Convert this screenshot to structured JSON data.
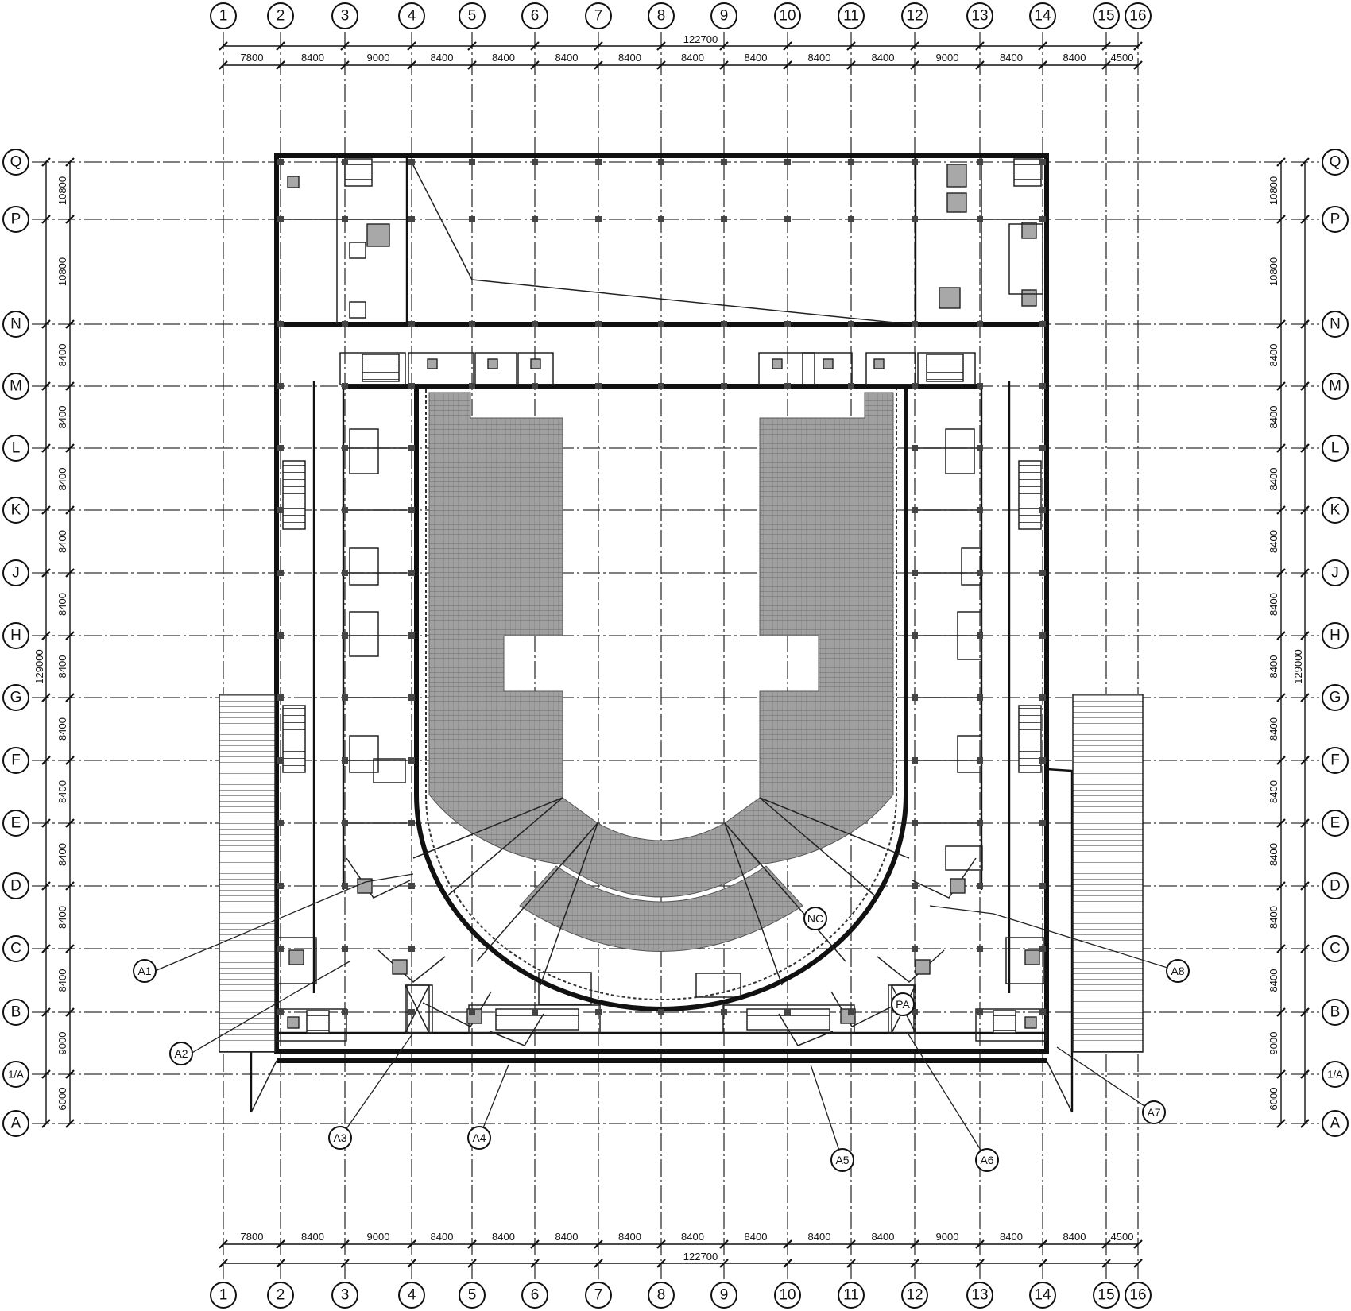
{
  "columns": {
    "labels": [
      "1",
      "2",
      "3",
      "4",
      "5",
      "6",
      "7",
      "8",
      "9",
      "10",
      "11",
      "12",
      "13",
      "14",
      "15",
      "16"
    ],
    "spacings": [
      "7800",
      "8400",
      "9000",
      "8400",
      "8400",
      "8400",
      "8400",
      "8400",
      "8400",
      "8400",
      "8400",
      "9000",
      "8400",
      "8400",
      "4500"
    ],
    "total": "122700"
  },
  "rows": {
    "labels": [
      "Q",
      "P",
      "N",
      "M",
      "L",
      "K",
      "J",
      "H",
      "G",
      "F",
      "E",
      "D",
      "C",
      "B",
      "1/A",
      "A"
    ],
    "spacings": [
      "10800",
      "10800",
      "8400",
      "8400",
      "8400",
      "8400",
      "8400",
      "8400",
      "8400",
      "8400",
      "8400",
      "8400",
      "8400",
      "9000",
      "6000"
    ],
    "total": "129000"
  },
  "callouts": [
    "A1",
    "A2",
    "A3",
    "A4",
    "A5",
    "A6",
    "A7",
    "A8",
    "NC",
    "PA"
  ]
}
